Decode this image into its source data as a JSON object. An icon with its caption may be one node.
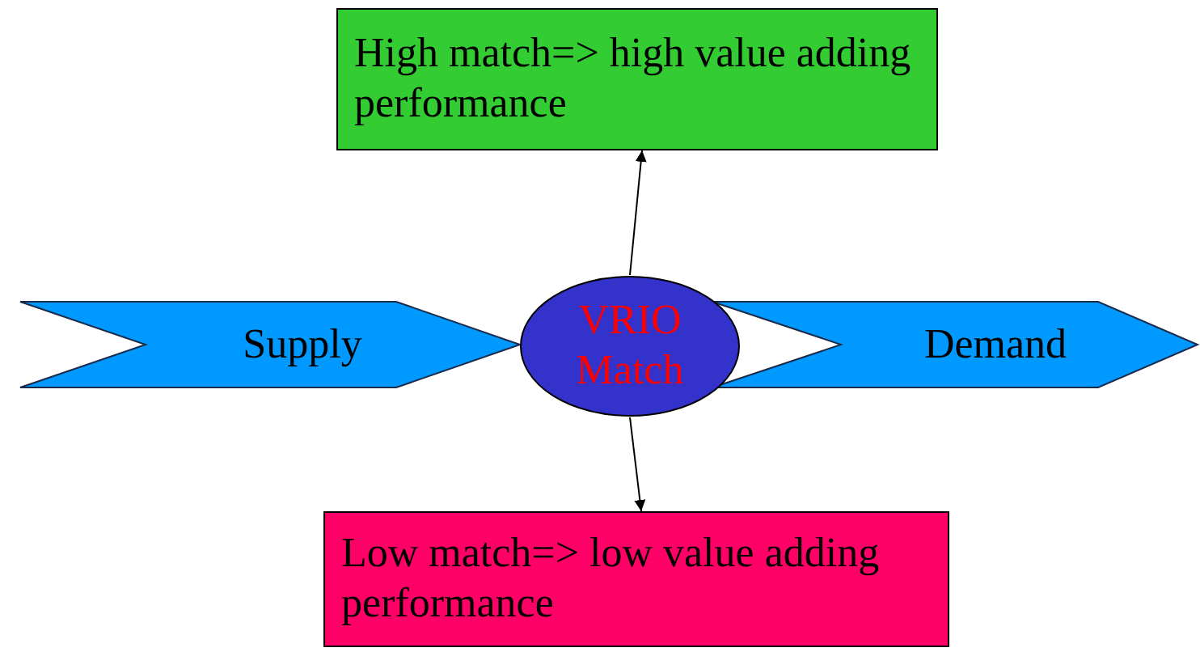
{
  "diagram": {
    "nodes": [
      {
        "text": [
          "High match=> high value adding performance"
        ]
      },
      {
        "text": [
          "Supply"
        ]
      },
      {
        "text": [
          "VRIO Match"
        ]
      },
      {
        "text": [
          "Demand"
        ]
      },
      {
        "text": [
          "Low match=> low value adding performance"
        ]
      }
    ],
    "edges": [
      {
        "from": 2,
        "to": 0,
        "arrow": "to"
      },
      {
        "from": 2,
        "to": 4,
        "arrow": "to"
      }
    ]
  }
}
